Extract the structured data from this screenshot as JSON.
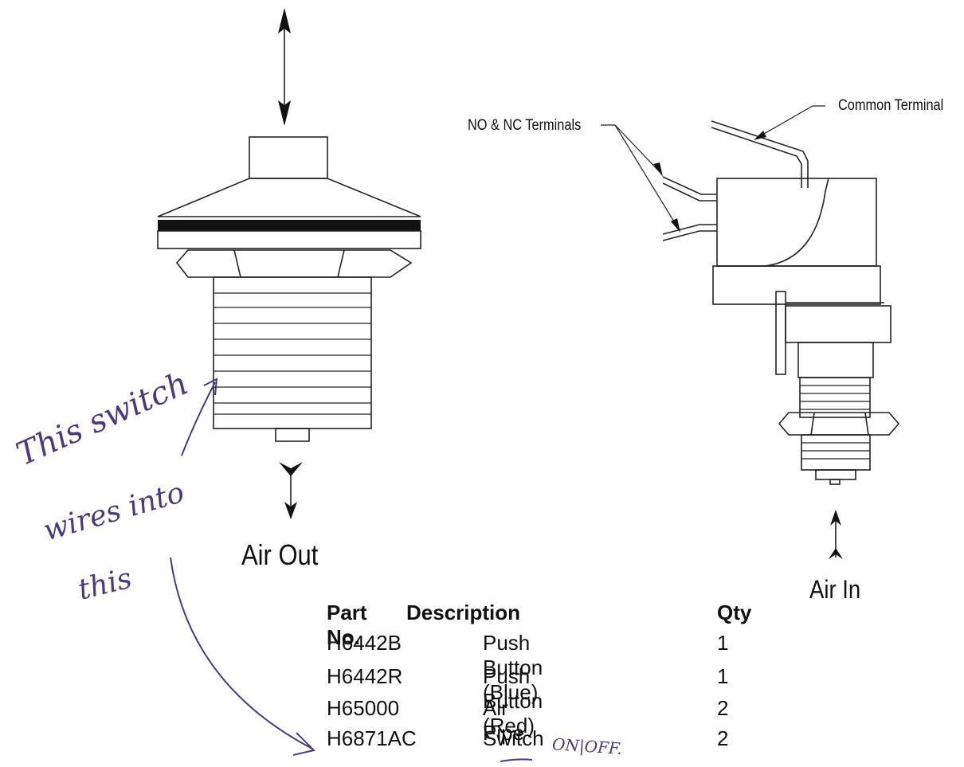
{
  "labels": {
    "air_out": "Air Out",
    "air_in": "Air In",
    "no_nc_terminals": "NO & NC Terminals",
    "common_terminal": "Common Terminal"
  },
  "table": {
    "headers": {
      "part_no": "Part No.",
      "description": "Description",
      "qty": "Qty"
    },
    "rows": [
      {
        "part_no": "H6442B",
        "description": "Push Button (Blue)",
        "qty": "1"
      },
      {
        "part_no": "H6442R",
        "description": "Push Button (Red)",
        "qty": "1"
      },
      {
        "part_no": "H65000",
        "description": "Air Pipe",
        "qty": "2"
      },
      {
        "part_no": "H6871AC",
        "description": "Switch",
        "qty": "2"
      }
    ]
  },
  "handwriting": {
    "note_line1": "This switch",
    "note_line2": "wires into",
    "note_line3": "this",
    "switch_note": "ON|OFF."
  },
  "colors": {
    "ink": "#111111",
    "handwriting": "#4a3a7a"
  }
}
